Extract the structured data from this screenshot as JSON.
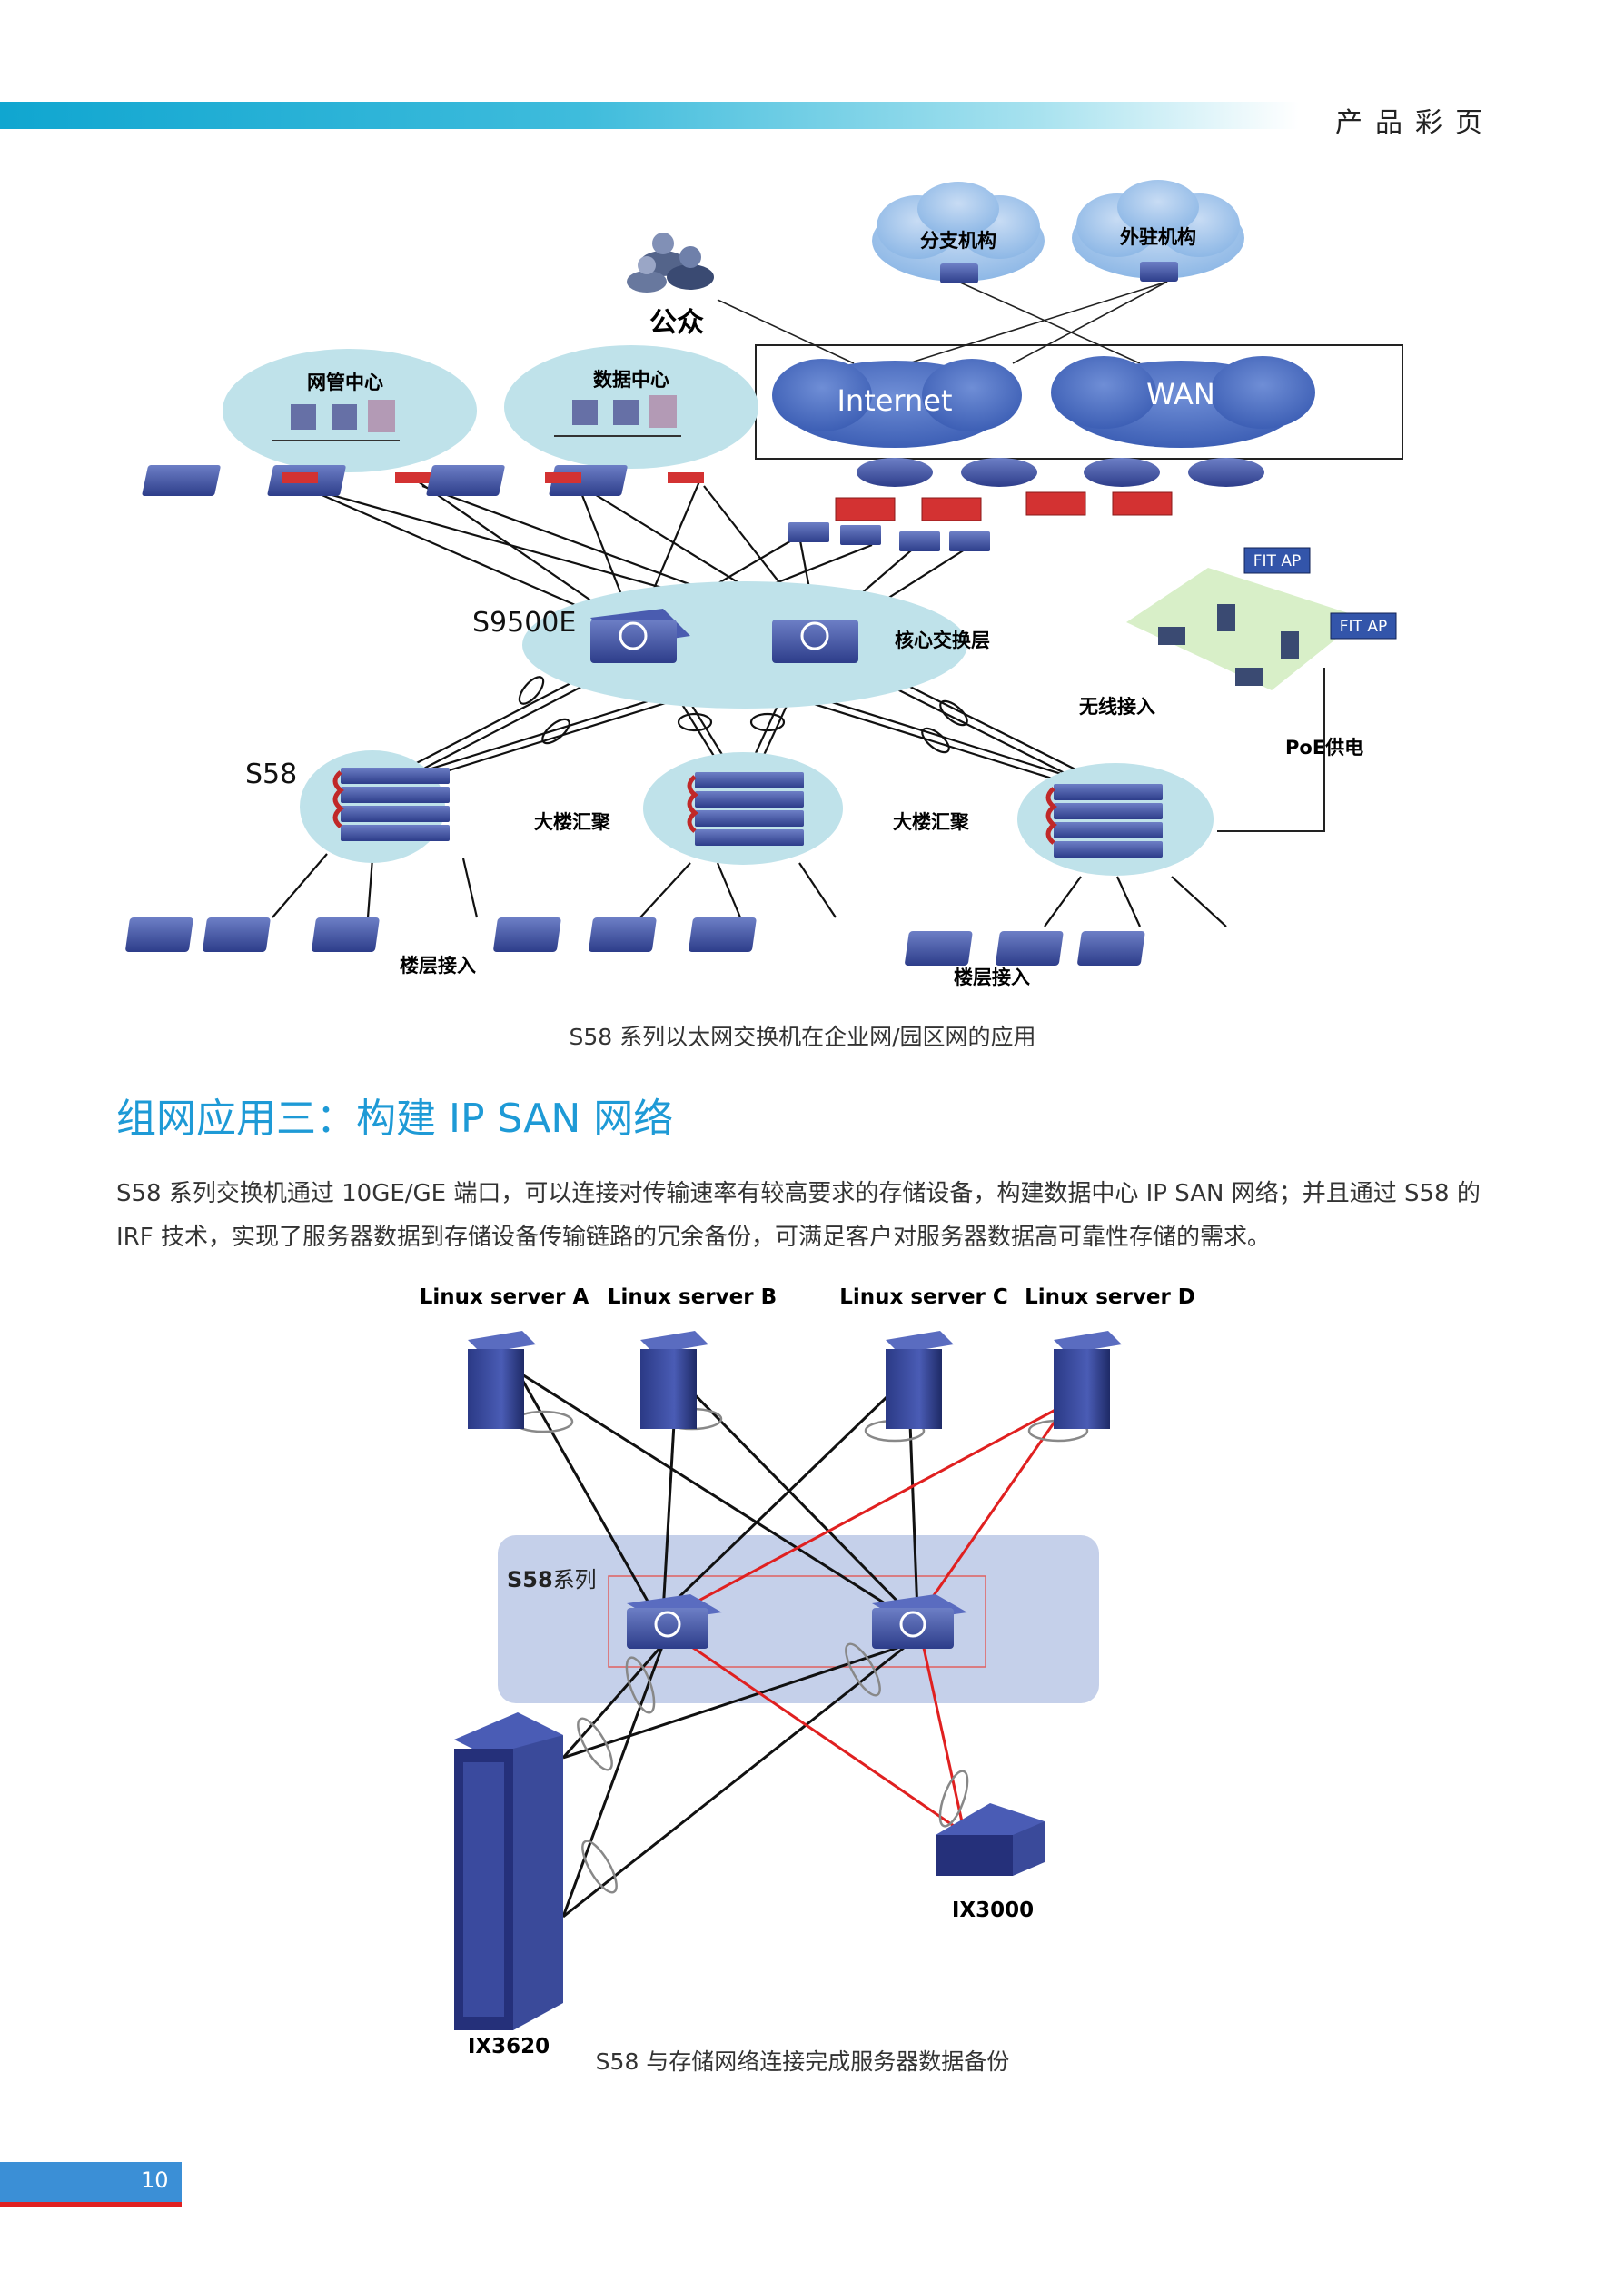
{
  "header": {
    "section": "产品彩页"
  },
  "figure1": {
    "caption": "S58 系列以太网交换机在企业网/园区网的应用",
    "labels": {
      "public": "公众",
      "branch": "分支机构",
      "external": "外驻机构",
      "internet": "Internet",
      "wan": "WAN",
      "nms": "网管中心",
      "datacenter": "数据中心",
      "s9500e": "S9500E",
      "core": "核心交换层",
      "wireless": "无线接入",
      "fitap1": "FIT AP",
      "fitap2": "FIT AP",
      "poe": "PoE供电",
      "s58": "S58",
      "building1": "大楼汇聚",
      "building2": "大楼汇聚",
      "floor1": "楼层接入",
      "floor2": "楼层接入"
    }
  },
  "section3": {
    "heading": "组网应用三：构建 IP SAN 网络",
    "paragraph": "S58 系列交换机通过 10GE/GE 端口，可以连接对传输速率有较高要求的存储设备，构建数据中心 IP SAN 网络；并且通过 S58 的 IRF 技术，实现了服务器数据到存储设备传输链路的冗余备份，可满足客户对服务器数据高可靠性存储的需求。"
  },
  "figure2": {
    "caption": "S58 与存储网络连接完成服务器数据备份",
    "labels": {
      "serverA": "Linux server A",
      "serverB": "Linux server B",
      "serverC": "Linux server C",
      "serverD": "Linux server D",
      "s58series_bold": "S58",
      "s58series_rest": "系列",
      "ix3620": "IX3620",
      "ix3000": "IX3000"
    }
  },
  "footer": {
    "page_number": "10"
  }
}
